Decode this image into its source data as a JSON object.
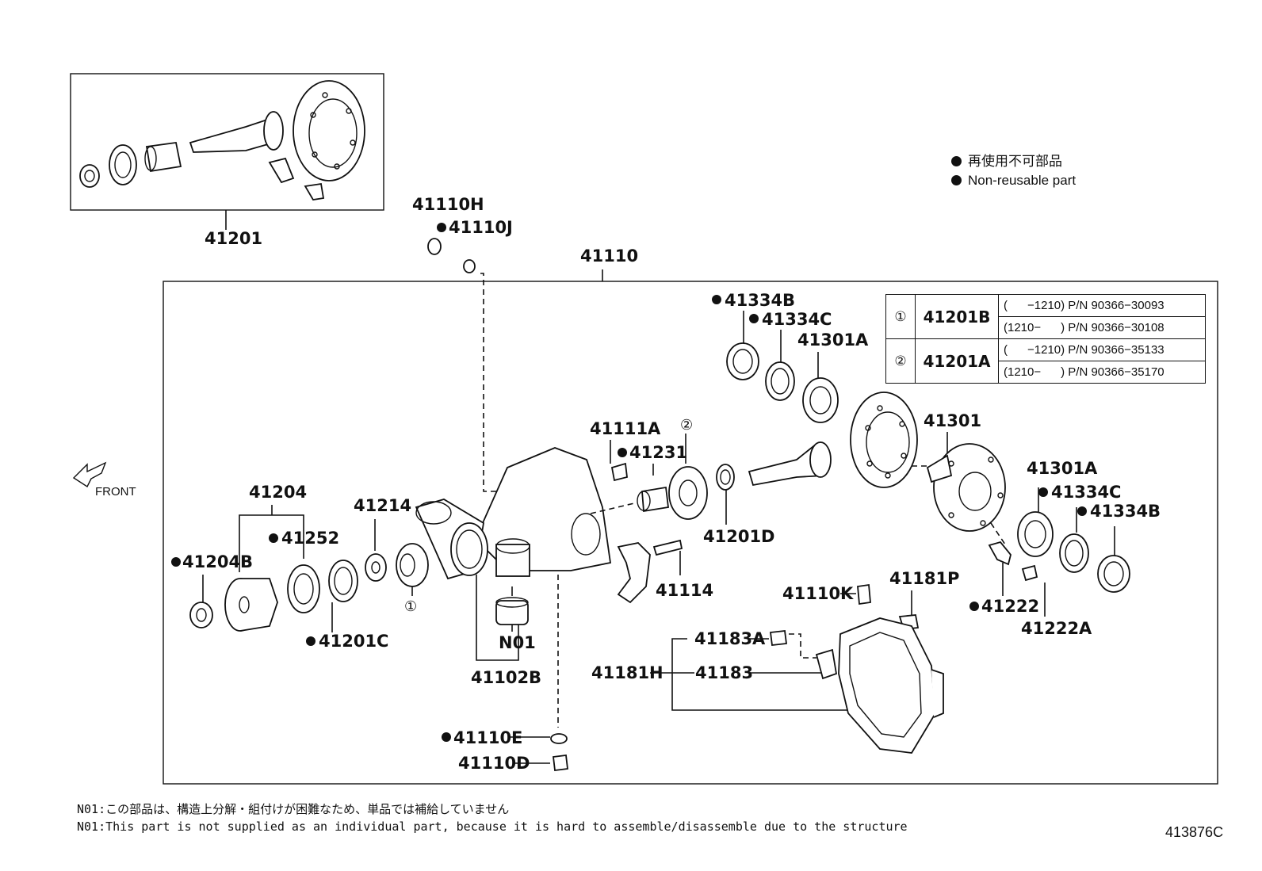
{
  "legend": {
    "items": [
      {
        "label_ja": "再使用不可部品"
      },
      {
        "label_en": "Non-reusable part"
      }
    ]
  },
  "front_label": "FRONT",
  "parts": {
    "p41201": "41201",
    "p41110H": "41110H",
    "p41110J": "41110J",
    "p41110": "41110",
    "p41334B_top": "41334B",
    "p41334C_top": "41334C",
    "p41301A_top": "41301A",
    "p41111A": "41111A",
    "p41231": "41231",
    "p41301": "41301",
    "p41301A_right": "41301A",
    "p41334C_right": "41334C",
    "p41334B_right": "41334B",
    "p41204": "41204",
    "p41214": "41214",
    "p41252": "41252",
    "p41204B": "41204B",
    "p41201C": "41201C",
    "p41201D": "41201D",
    "p41114": "41114",
    "pN01": "N01",
    "p41102B": "41102B",
    "p41110K": "41110K",
    "p41181P": "41181P",
    "p41222": "41222",
    "p41222A": "41222A",
    "p41183A": "41183A",
    "p41181H": "41181H",
    "p41183": "41183",
    "p41110E": "41110E",
    "p41110D": "41110D",
    "circ1": "①",
    "circ2": "②"
  },
  "table": {
    "rows": [
      {
        "marker": "①",
        "part": "41201B",
        "sub": [
          "(      −1210) P/N 90366−30093",
          "(1210−      ) P/N 90366−30108"
        ]
      },
      {
        "marker": "②",
        "part": "41201A",
        "sub": [
          "(      −1210) P/N 90366−35133",
          "(1210−      ) P/N 90366−35170"
        ]
      }
    ]
  },
  "notes": {
    "ja": "N01:この部品は、構造上分解・組付けが困難なため、単品では補給していません",
    "en": "N01:This part is not supplied as an individual part, because it is hard to assemble/disassemble due to the structure"
  },
  "diagram_code": "413876C"
}
